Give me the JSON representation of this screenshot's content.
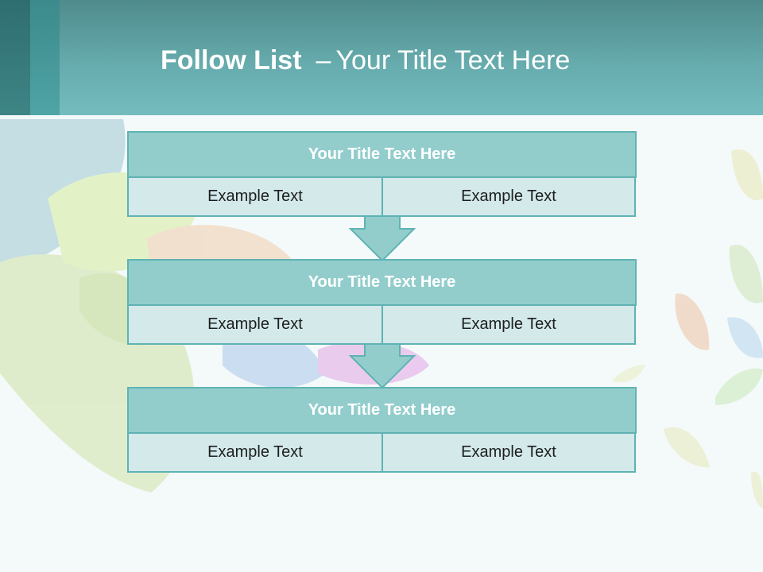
{
  "header": {
    "title_bold": "Follow List",
    "title_separator": "–",
    "title_rest": "Your Title Text Here"
  },
  "blocks": [
    {
      "title": "Your Title Text Here",
      "left": "Example Text",
      "right": "Example Text"
    },
    {
      "title": "Your Title Text Here",
      "left": "Example Text",
      "right": "Example Text"
    },
    {
      "title": "Your Title Text Here",
      "left": "Example Text",
      "right": "Example Text"
    }
  ],
  "colors": {
    "header": "#66abad",
    "accent": "#5fb3b3",
    "title_bar": "#92cdcc",
    "cell": "#d3e9ea"
  }
}
